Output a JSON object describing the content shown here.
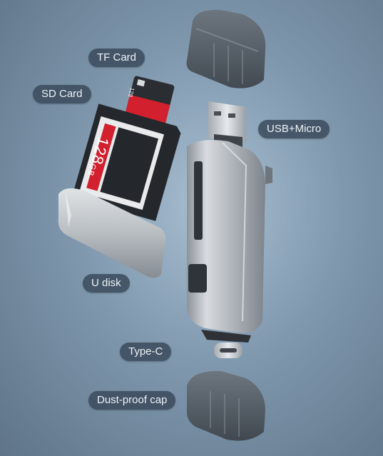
{
  "labels": {
    "tf_card": "TF Card",
    "sd_card": "SD Card",
    "usb_micro": "USB+Micro",
    "u_disk": "U disk",
    "type_c": "Type-C",
    "dust_cap": "Dust-proof cap"
  },
  "sd_card_capacity": "128",
  "sd_card_unit": "GB",
  "tf_card_text": "128",
  "colors": {
    "background": "#7f98ae",
    "label_bg": "#3a4a5c",
    "card_red": "#d2202e",
    "metal": "#b9bec4"
  }
}
